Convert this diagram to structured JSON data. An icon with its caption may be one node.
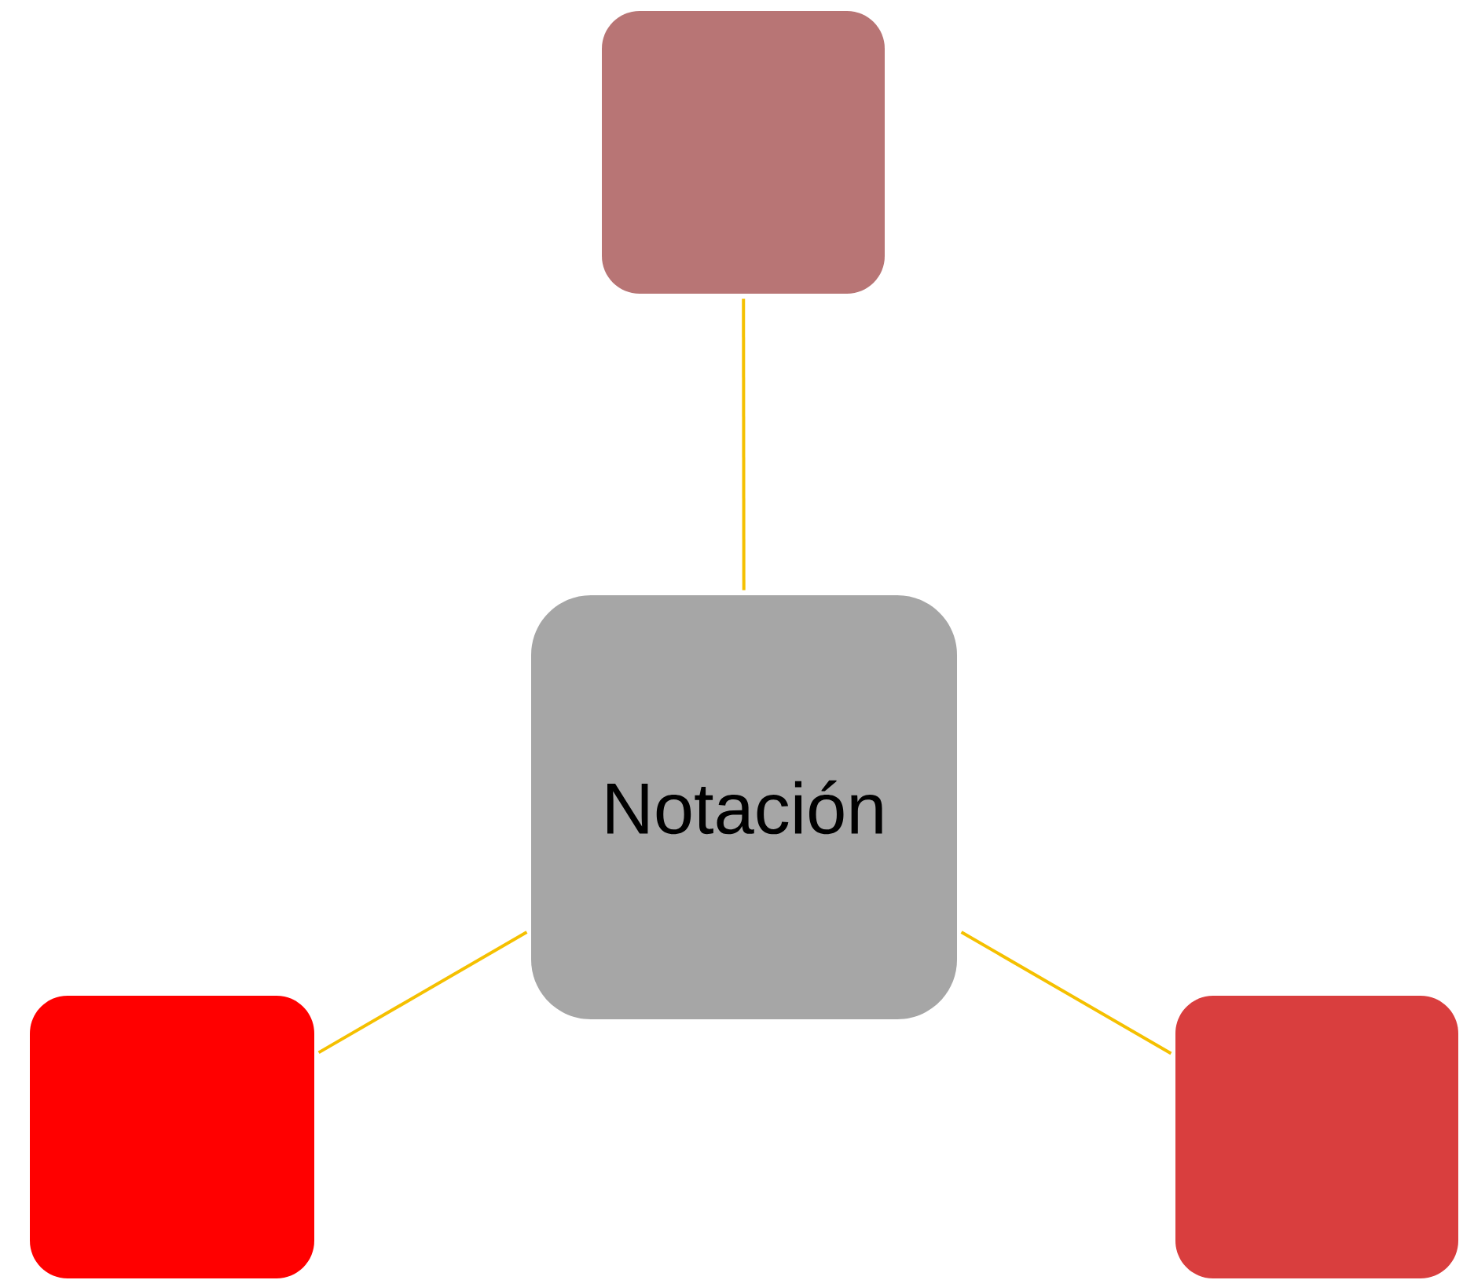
{
  "diagram": {
    "nodes": [
      {
        "text": [],
        "shape": "box"
      },
      {
        "text": [
          "Notación"
        ]
      },
      {
        "text": [],
        "shape": "box"
      },
      {
        "text": [],
        "shape": "box"
      }
    ],
    "edges": [
      {
        "from": 1,
        "to": 0,
        "arrow": "none"
      },
      {
        "from": 1,
        "to": 2,
        "arrow": "none"
      },
      {
        "from": 1,
        "to": 3,
        "arrow": "none"
      }
    ]
  }
}
